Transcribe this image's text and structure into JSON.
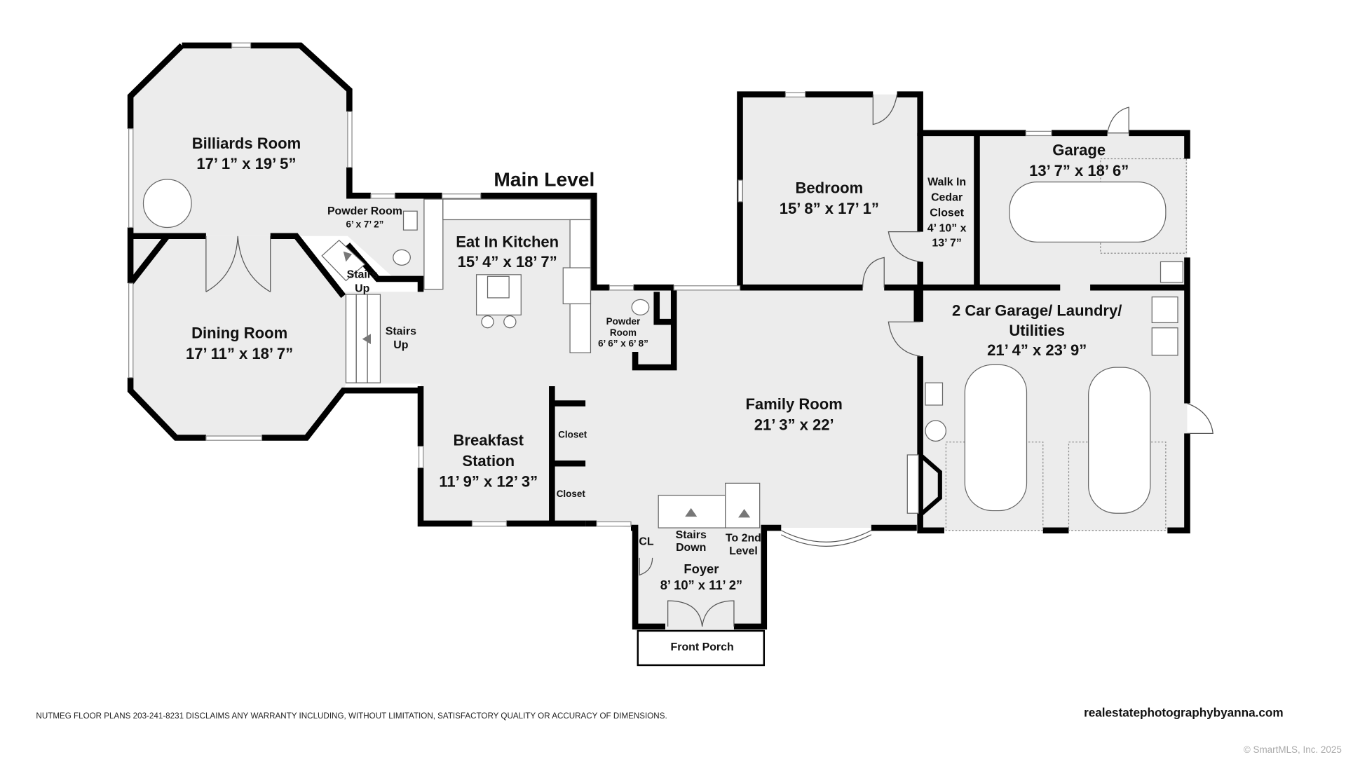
{
  "title": "Main Level",
  "rooms": {
    "billiards": {
      "name": "Billiards Room",
      "dims": "17’ 1” x 19’ 5”"
    },
    "dining": {
      "name": "Dining Room",
      "dims": "17’ 11” x 18’ 7”"
    },
    "powder1": {
      "name": "Powder Room",
      "dims": "6’ x 7’ 2”"
    },
    "kitchen": {
      "name": "Eat In Kitchen",
      "dims": "15’ 4” x 18’ 7”"
    },
    "powder2": {
      "name1": "Powder",
      "name2": "Room",
      "dims": "6’ 6” x 6’ 8”"
    },
    "bedroom": {
      "name": "Bedroom",
      "dims": "15’ 8” x 17’ 1”"
    },
    "cedar": {
      "l1": "Walk In",
      "l2": "Cedar",
      "l3": "Closet",
      "l4": "4’ 10” x",
      "l5": "13’ 7”"
    },
    "garage": {
      "name": "Garage",
      "dims": "13’ 7” x 18’ 6”"
    },
    "garage2": {
      "name1": "2 Car Garage/ Laundry/",
      "name2": "Utilities",
      "dims": "21’ 4” x 23’ 9”"
    },
    "family": {
      "name": "Family Room",
      "dims": "21’ 3” x 22’"
    },
    "breakfast": {
      "name1": "Breakfast",
      "name2": "Station",
      "dims": "11’ 9” x 12’ 3”"
    },
    "closet1": {
      "name": "Closet"
    },
    "closet2": {
      "name": "Closet"
    },
    "foyer": {
      "name": "Foyer",
      "dims": "8’ 10” x 11’ 2”"
    },
    "cl": {
      "name": "CL"
    },
    "porch": {
      "name": "Front Porch"
    }
  },
  "stairs": {
    "up1": {
      "l1": "Stairs",
      "l2": "Up"
    },
    "up2": {
      "l1": "Stairs",
      "l2": "Up"
    },
    "down": {
      "l1": "Stairs",
      "l2": "Down"
    },
    "second": {
      "l1": "To 2nd",
      "l2": "Level"
    }
  },
  "footer": {
    "disclaimer": "NUTMEG FLOOR PLANS 203-241-8231 DISCLAIMS ANY WARRANTY INCLUDING, WITHOUT LIMITATION, SATISFACTORY QUALITY OR ACCURACY OF DIMENSIONS.",
    "website": "realestatephotographybyanna.com",
    "copyright": "© SmartMLS, Inc.  2025"
  }
}
